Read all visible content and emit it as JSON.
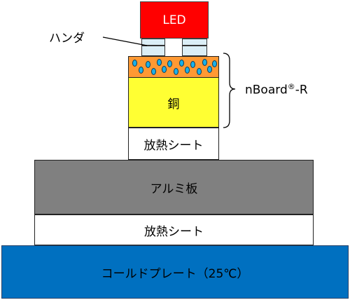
{
  "colors": {
    "led": "#ff0000",
    "solder": "#dbeef6",
    "bond_layer": "#ff9933",
    "particles": "#1ab0e8",
    "copper": "#ffff33",
    "sheet": "#ffffff",
    "aluminum": "#808080",
    "cold_plate": "#0070c0"
  },
  "labels": {
    "led": "LED",
    "solder": "ハンダ",
    "copper": "銅",
    "board_name": "nBoard",
    "board_reg": "®",
    "board_suffix": "-R",
    "thermal_sheet_top": "放熱シート",
    "aluminum_plate": "アルミ板",
    "thermal_sheet_bottom": "放熱シート",
    "cold_plate": "コールドプレート（25℃）"
  }
}
